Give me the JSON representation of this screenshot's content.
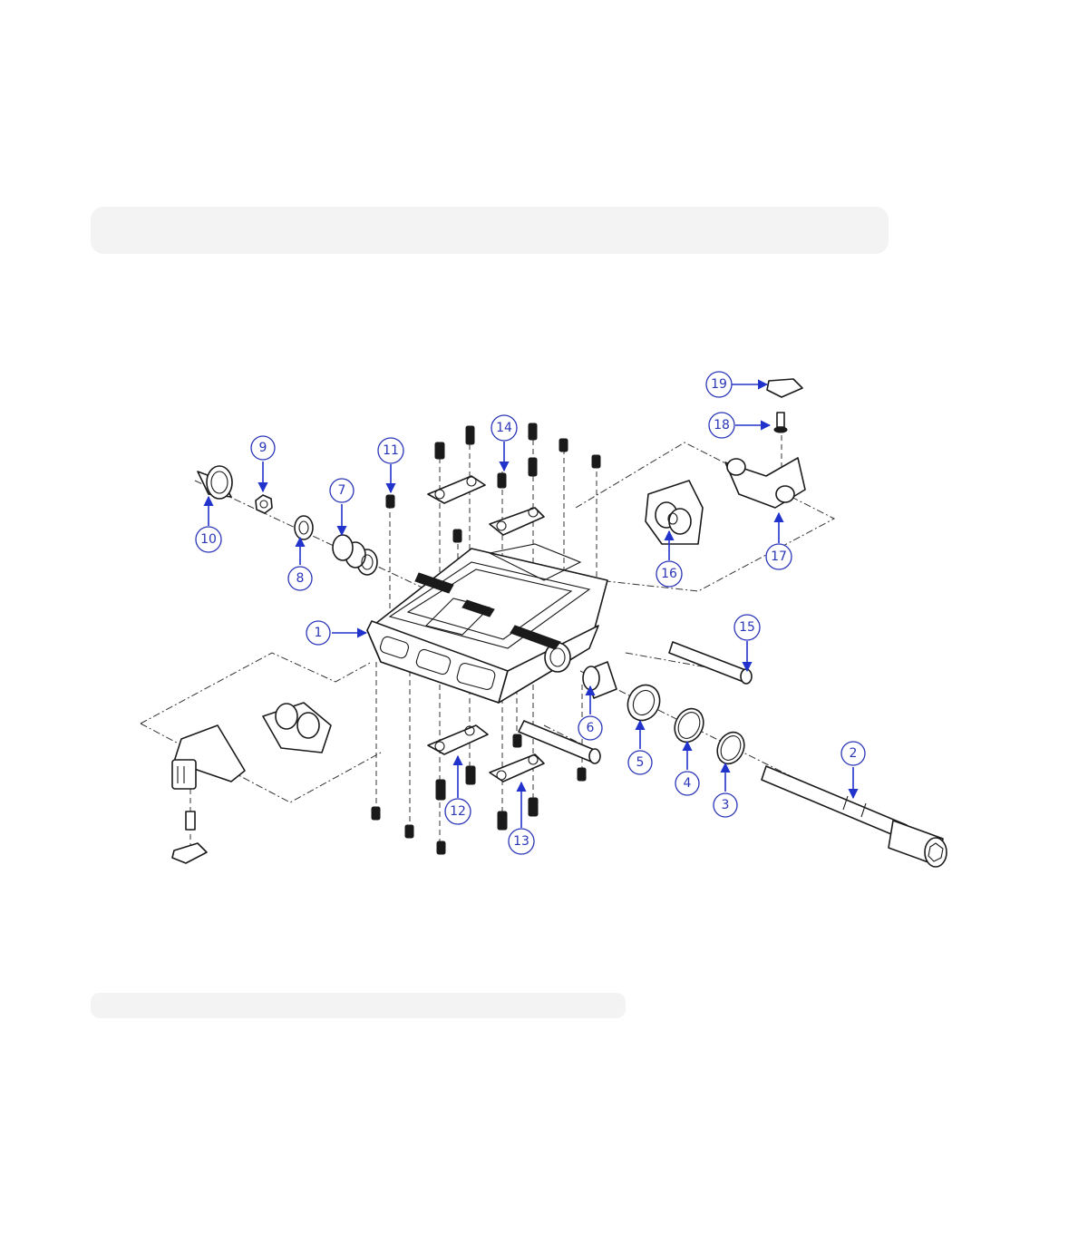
{
  "diagram": {
    "callouts": [
      {
        "label": "1"
      },
      {
        "label": "2"
      },
      {
        "label": "3"
      },
      {
        "label": "4"
      },
      {
        "label": "5"
      },
      {
        "label": "6"
      },
      {
        "label": "7"
      },
      {
        "label": "8"
      },
      {
        "label": "9"
      },
      {
        "label": "10"
      },
      {
        "label": "11"
      },
      {
        "label": "12"
      },
      {
        "label": "13"
      },
      {
        "label": "14"
      },
      {
        "label": "15"
      },
      {
        "label": "16"
      },
      {
        "label": "17"
      },
      {
        "label": "18"
      },
      {
        "label": "19"
      }
    ],
    "callout_color": "#2a36b8",
    "arrow_color": "#2233cc",
    "line_color": "#1a1a1a"
  }
}
